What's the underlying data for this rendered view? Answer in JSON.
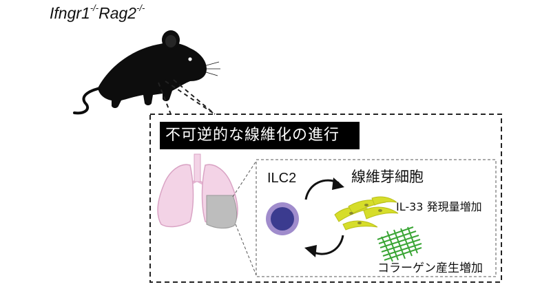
{
  "genotype": {
    "gene1": "Ifngr1",
    "sup1": "-/-",
    "gene2": "Rag2",
    "sup2": "-/-"
  },
  "title": "不可逆的な線維化の進行",
  "labels": {
    "ilc2": "ILC2",
    "fibroblast": "線維芽細胞",
    "il33": "IL-33 発現量増加",
    "collagen": "コラーゲン産生増加"
  },
  "colors": {
    "lung_fill": "#f3d3e6",
    "lung_stroke": "#d9a3c4",
    "fibrosis": "#bdbdbd",
    "ilc2_outer": "#a08ccc",
    "ilc2_inner": "#3b3b8f",
    "fibroblast": "#d6dd2a",
    "collagen": "#3aa535"
  },
  "icons": [
    "mouse-icon",
    "lung-icon",
    "ilc2-cell-icon",
    "fibroblast-icon",
    "collagen-fiber-icon",
    "cycle-arrow-icon"
  ]
}
